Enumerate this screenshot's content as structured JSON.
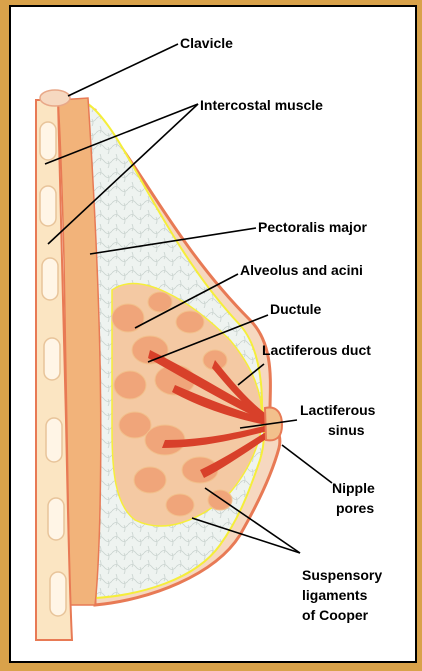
{
  "colors": {
    "border_bg": "#d9a24a",
    "panel": "#ffffff",
    "skin": "#e87a55",
    "muscle": "#f2b37a",
    "fat": "#eef3f0",
    "fat_outline": "#f5ee3a",
    "gland": "#f0a57a",
    "duct": "#d8402a"
  },
  "labels": {
    "clavicle": "Clavicle",
    "intercostal": "Intercostal muscle",
    "pectoralis": "Pectoralis major",
    "alveolus": "Alveolus and acini",
    "ductule": "Ductule",
    "lactiferous_duct": "Lactiferous duct",
    "lactiferous_sinus_1": "Lactiferous",
    "lactiferous_sinus_2": "sinus",
    "nipple_1": "Nipple",
    "nipple_2": "pores",
    "suspensory_1": "Suspensory",
    "suspensory_2": "ligaments",
    "suspensory_3": "of Cooper"
  }
}
